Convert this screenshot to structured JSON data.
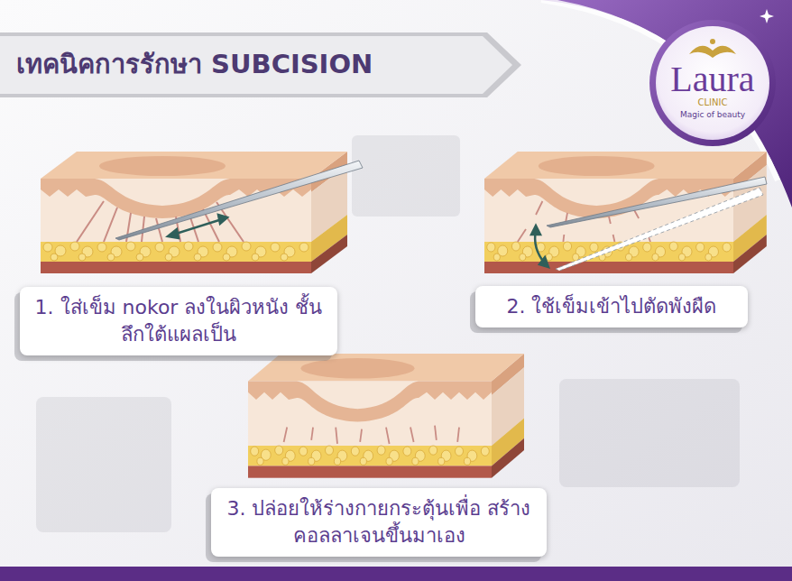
{
  "diagram": {
    "title": "เทคนิคการรักษา SUBCISION",
    "nodes": [
      {
        "text": [
          "1. ใส่เข็ม nokor ลงในผิวหนัง ชั้นลึกใต้แผลเป็น"
        ]
      },
      {
        "text": [
          "2. ใช้เข็มเข้าไปตัดพังผืด"
        ]
      },
      {
        "text": [
          "3. ปล่อยให้ร่างกายกระตุ้นเพื่อ สร้างคอลลาเจนขึ้นมาเอง"
        ]
      }
    ],
    "labels": [
      "Laura",
      "CLINIC",
      "Magic of beauty"
    ]
  }
}
